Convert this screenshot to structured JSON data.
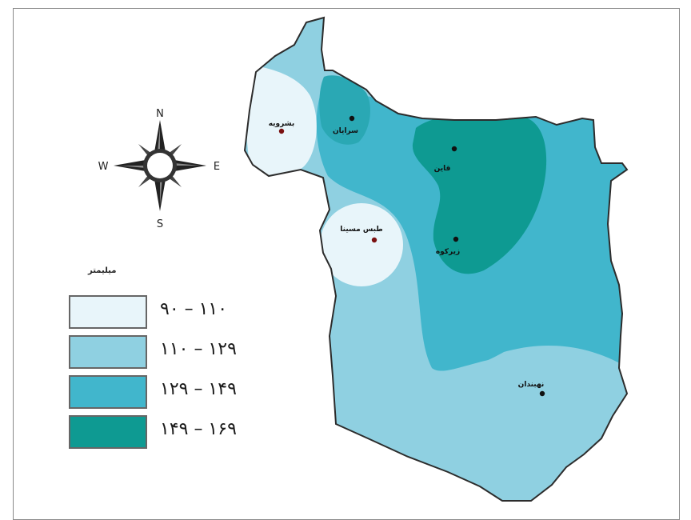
{
  "compass": {
    "north": "N",
    "south": "S",
    "east": "E",
    "west": "W"
  },
  "legend": {
    "unit": "میلیمتر",
    "items": [
      {
        "label": "۹۰ – ۱۱۰",
        "color": "#e8f5fa"
      },
      {
        "label": "۱۱۰ – ۱۲۹",
        "color": "#8fd0e1"
      },
      {
        "label": "۱۲۹ – ۱۴۹",
        "color": "#41b6cc"
      },
      {
        "label": "۱۴۹ – ۱۶۹",
        "color": "#0e9a92"
      }
    ]
  },
  "cities": [
    {
      "id": "boshruyeh",
      "name": "بشرویه"
    },
    {
      "id": "sarayan",
      "name": "سرایان"
    },
    {
      "id": "qaen",
      "name": "قاین"
    },
    {
      "id": "tabas",
      "name": "طبس مسینا"
    },
    {
      "id": "zirkuh",
      "name": "زیرکوه"
    },
    {
      "id": "nehbandan",
      "name": "نهبندان"
    }
  ]
}
